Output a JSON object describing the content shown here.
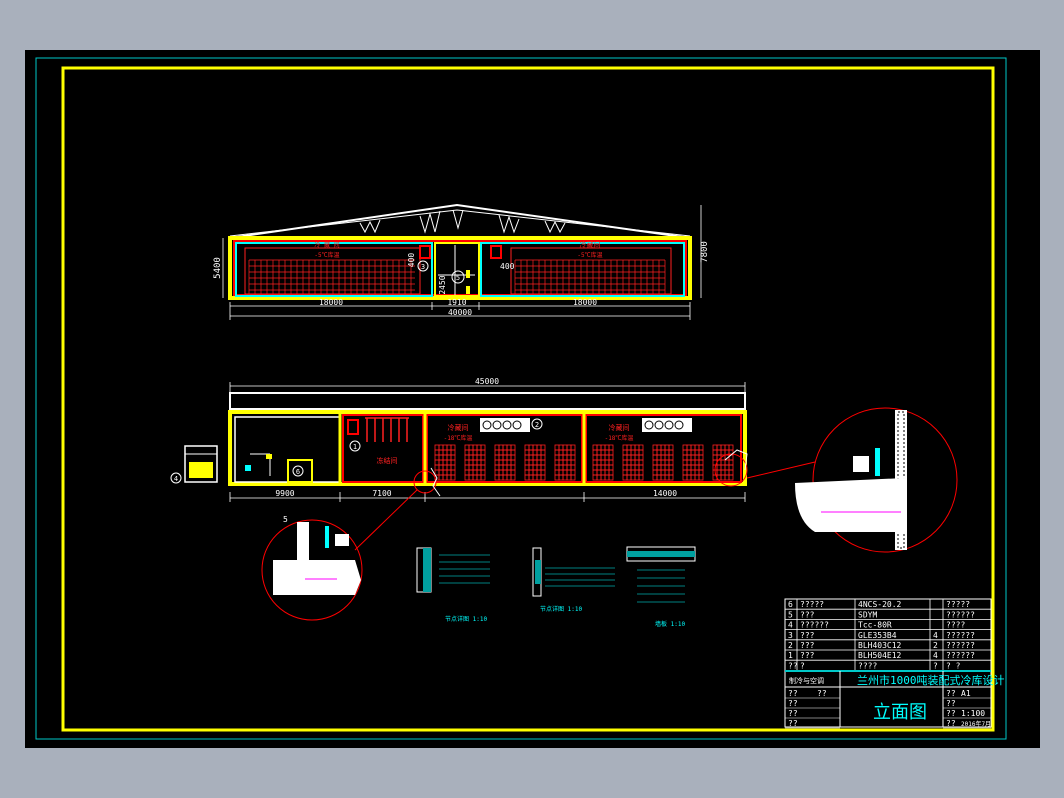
{
  "colors": {
    "background": "#000000",
    "outer_area": "#a9b0bc",
    "border": "#ffff00",
    "frame": "#00c8c8",
    "wall_red": "#ff0000",
    "wall_yellow": "#ffff00",
    "white": "#ffffff",
    "cyan": "#00ffff"
  },
  "plan_top": {
    "dims": {
      "height_left": "5400",
      "height_right": "7800",
      "d400a": "400",
      "d400b": "400",
      "d2450": "2450",
      "w_left": "18000",
      "w_mid": "1910",
      "w_right": "18000",
      "w_total": "40000"
    },
    "room_left_label": "冷 藏 间",
    "room_left_sub": "-5℃库温",
    "room_right_label": "冷藏间",
    "room_right_sub": "-5℃库温",
    "circle3": "3",
    "circle5": "5"
  },
  "plan_bottom": {
    "dims": {
      "w_total": "45000",
      "w_a": "9900",
      "w_b": "7100",
      "w_c": "14000"
    },
    "room_freeze_label": "冻结间",
    "room_cold1_label": "冷藏间",
    "room_cold1_sub": "-18℃库温",
    "room_cold2_label": "冷藏间",
    "room_cold2_sub": "-18℃库温",
    "circle1": "1",
    "circle2": "2",
    "circle4": "4",
    "circle6": "6",
    "detail_mark": "5"
  },
  "details": {
    "d1_caption": "节点详图 1:10",
    "d2_caption": "节点详图 1:10",
    "d3_caption": "墙板 1:10"
  },
  "title_block": {
    "equipment": [
      {
        "no": "6",
        "name": "?????",
        "model": "4NCS-20.2",
        "qty": "",
        "note": "?????"
      },
      {
        "no": "5",
        "name": "???",
        "model": "SDYM",
        "qty": "",
        "note": "??????"
      },
      {
        "no": "4",
        "name": "??????",
        "model": "Tcc-80R",
        "qty": "",
        "note": "????"
      },
      {
        "no": "3",
        "name": "???",
        "model": "GLE353B4",
        "qty": "4",
        "note": "??????"
      },
      {
        "no": "2",
        "name": "???",
        "model": "BLH403C12",
        "qty": "2",
        "note": "??????"
      },
      {
        "no": "1",
        "name": "???",
        "model": "BLH504E12",
        "qty": "4",
        "note": "??????"
      }
    ],
    "header_row": {
      "no": "??",
      "name": "?",
      "model": "????",
      "qty": "?",
      "note": "? ?"
    },
    "dept": "制冷与空调",
    "project": "兰州市1000吨装配式冷库设计",
    "drawing_title": "立面图",
    "left_rows": [
      "??",
      "??",
      "??",
      "??"
    ],
    "left_row0_right": "??",
    "right_rows": [
      {
        "label": "??",
        "value": "A1"
      },
      {
        "label": "??",
        "value": ""
      },
      {
        "label": "??",
        "value": "1:100"
      },
      {
        "label": "??",
        "value": "2016年7月"
      }
    ]
  }
}
